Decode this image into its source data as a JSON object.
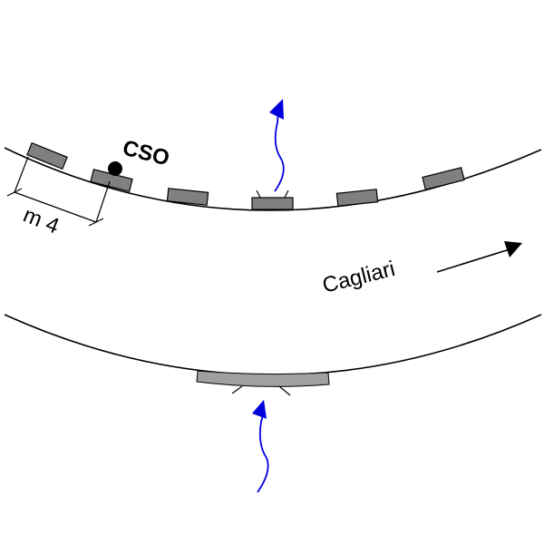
{
  "diagram": {
    "title": "Canal / road cross-section with CSO positions",
    "labels": {
      "cso": "CSO",
      "spacing": "m 4",
      "direction": "Cagliari"
    },
    "colors": {
      "line": "#000000",
      "slab_fill": "#808080",
      "slab_fill_light": "#a0a0a0",
      "flow_arrow": "#0000dd",
      "background": "#ffffff"
    },
    "upper_edge": {
      "slab_count": 6,
      "outfall_slab_index": 3
    },
    "lower_edge": {
      "slab_count": 1
    },
    "flows": [
      {
        "name": "upper-outflow",
        "direction": "up"
      },
      {
        "name": "lower-inflow",
        "direction": "up"
      }
    ]
  }
}
